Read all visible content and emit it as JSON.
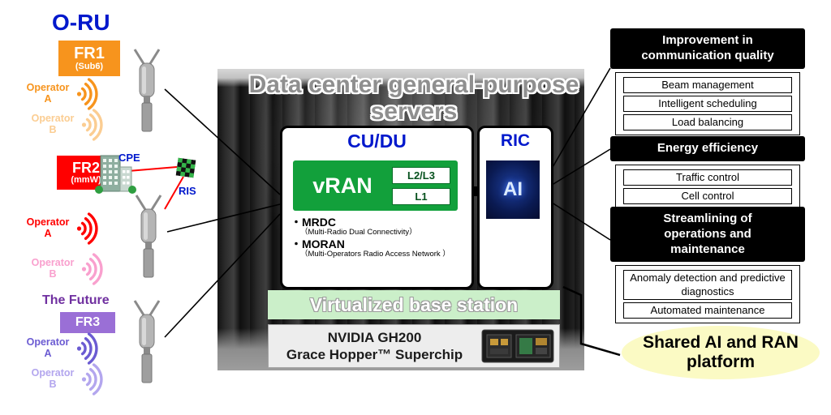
{
  "left": {
    "title": "O-RU",
    "fr1": {
      "band": "FR1",
      "sub": "(Sub6)"
    },
    "fr2": {
      "band": "FR2",
      "sub": "(mmW)"
    },
    "fr3": {
      "band": "FR3",
      "future": "The Future"
    },
    "cpe_label": "CPE",
    "ris_label": "RIS",
    "operators": [
      {
        "label": "Operator A",
        "band": "FR1",
        "color": "#f7941d"
      },
      {
        "label": "Operator B",
        "band": "FR1",
        "color": "#fbcd92"
      },
      {
        "label": "Operator A",
        "band": "FR2",
        "color": "#ff0000"
      },
      {
        "label": "Operator B",
        "band": "FR2",
        "color": "#f9a0ce"
      },
      {
        "label": "Operator A",
        "band": "FR3",
        "color": "#6b5bd2"
      },
      {
        "label": "Operator B",
        "band": "FR3",
        "color": "#b3a6ee"
      }
    ]
  },
  "center": {
    "title": "Data center general-purpose servers",
    "cudu": {
      "title": "CU/DU",
      "vran": "vRAN",
      "layers": [
        "L2/L3",
        "L1"
      ],
      "bullets": [
        {
          "name": "・MRDC",
          "desc": "（Multi-Radio Dual Connectivity）"
        },
        {
          "name": "・MORAN",
          "desc": "（Multi-Operators Radio Access Network ）"
        }
      ]
    },
    "ric": {
      "title": "RIC",
      "ai": "AI"
    },
    "virtualized_label": "Virtualized base station",
    "nvidia": {
      "line1": "NVIDIA GH200",
      "line2": "Grace Hopper™ Superchip"
    }
  },
  "right": {
    "panels": [
      {
        "header": "Improvement in communication quality",
        "items": [
          "Beam management",
          "Intelligent scheduling",
          "Load balancing"
        ]
      },
      {
        "header": "Energy efficiency",
        "items": [
          "Traffic control",
          "Cell control"
        ]
      },
      {
        "header": "Streamlining of operations and maintenance",
        "items": [
          "Anomaly detection and predictive diagnostics",
          "Automated maintenance"
        ]
      }
    ],
    "platform_label": "Shared AI and RAN platform"
  },
  "colors": {
    "accent_blue": "#0018cc",
    "fr1_orange": "#f7941d",
    "fr2_red": "#ff0000",
    "fr3_purple": "#9a6fd6",
    "future_purple": "#7030a0",
    "vran_green": "#12a03b",
    "virtualized_green": "#cbefc9",
    "platform_yellow": "#fbfac4",
    "panel_header_black": "#000000"
  }
}
